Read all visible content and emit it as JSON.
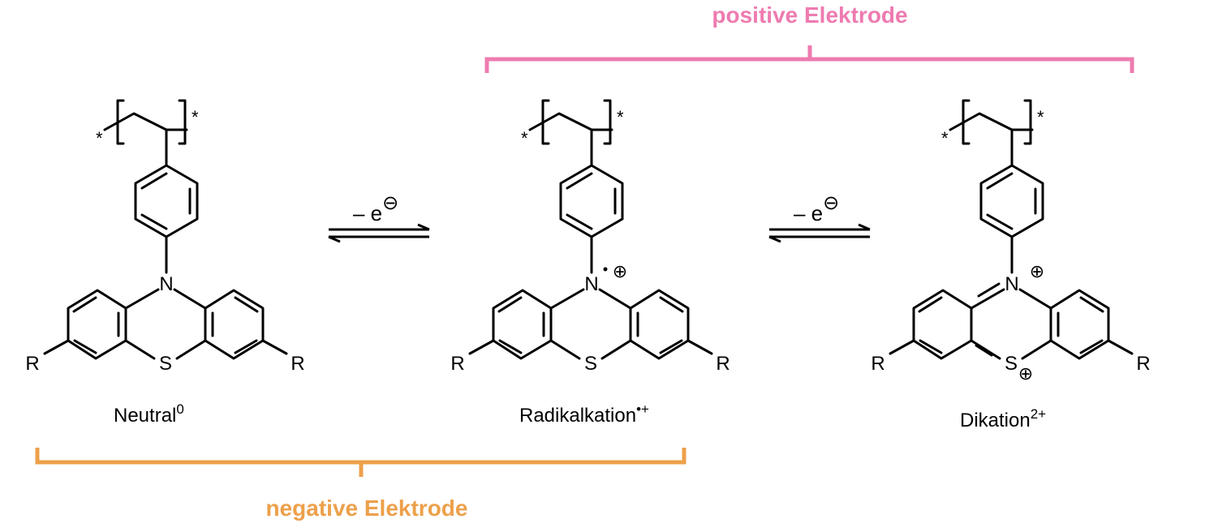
{
  "colors": {
    "positive": "#ee7bb0",
    "negative": "#eda04a",
    "ink": "#000000"
  },
  "labels": {
    "positive_electrode": "positive Elektrode",
    "negative_electrode": "negative Elektrode"
  },
  "atoms": {
    "nitrogen": "N",
    "sulfur": "S",
    "substituent": "R",
    "end_group": "*"
  },
  "molecules": [
    {
      "name": "Neutral",
      "charge_sup": "0"
    },
    {
      "name": "Radikalkation",
      "charge_sup": "•+"
    },
    {
      "name": "Dikation",
      "charge_sup": "2+"
    }
  ],
  "reactions": [
    {
      "label_main": "– e",
      "label_sup": "⊖"
    },
    {
      "label_main": "– e",
      "label_sup": "⊖"
    }
  ],
  "charges": {
    "plus_circle": "⊕",
    "radical_dot": "·"
  }
}
